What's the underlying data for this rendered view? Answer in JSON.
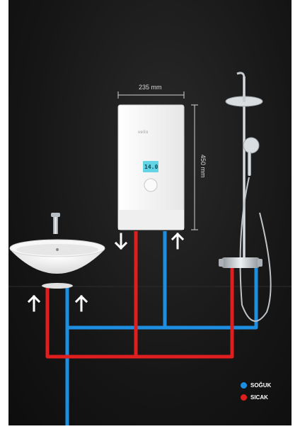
{
  "dimensions": {
    "width_label": "235 mm",
    "height_label": "450 mm"
  },
  "heater": {
    "brand": "vello",
    "display_reading": "14.0"
  },
  "legend": {
    "cold": {
      "label": "SOĞUK",
      "color": "#1e8fe0"
    },
    "hot": {
      "label": "SICAK",
      "color": "#e01e1e"
    }
  },
  "colors": {
    "background": "#161616",
    "arrow": "#ffffff",
    "fixture_white": "#f4f4f4",
    "chrome": "#c8cdd2"
  },
  "icons": [
    "arrow-up-icon",
    "arrow-down-icon"
  ]
}
